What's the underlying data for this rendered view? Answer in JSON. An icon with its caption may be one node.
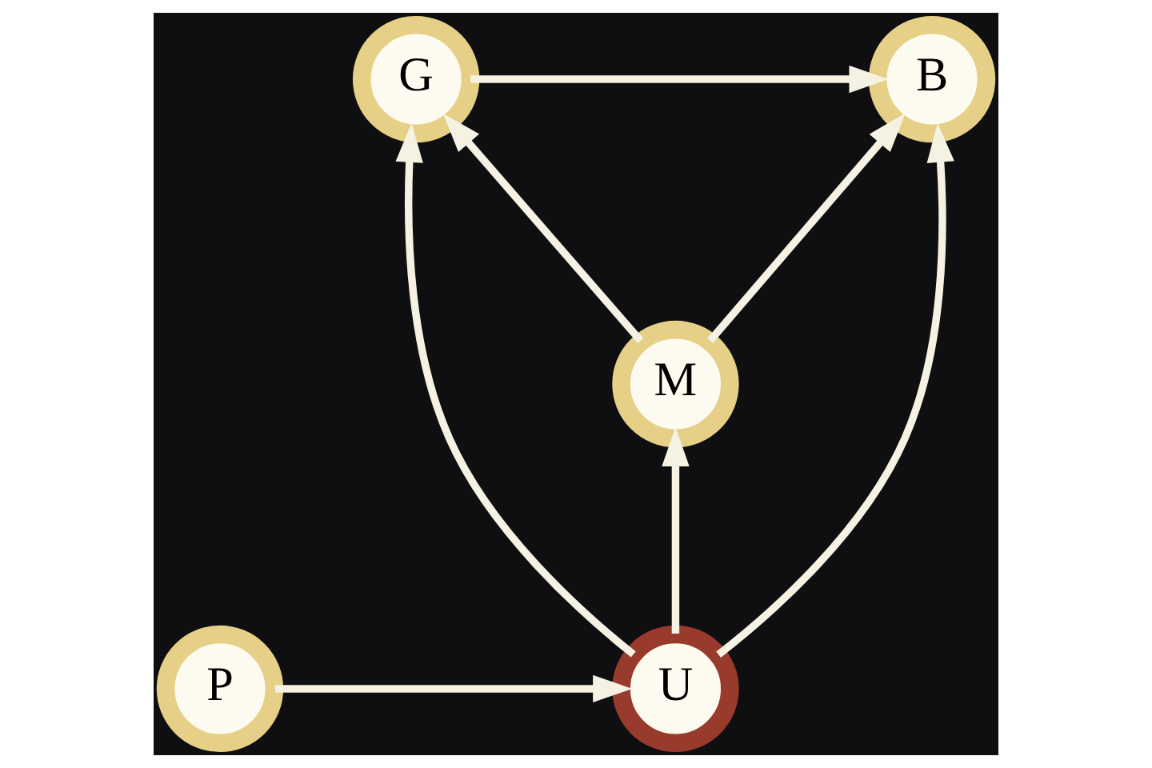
{
  "diagram": {
    "nodes": [
      {
        "text": [
          "G"
        ]
      },
      {
        "text": [
          "B"
        ]
      },
      {
        "text": [
          "M"
        ]
      },
      {
        "text": [
          "U"
        ]
      },
      {
        "text": [
          "P"
        ]
      }
    ],
    "edges": [
      {
        "from": 0,
        "to": 1,
        "arrow": "to"
      },
      {
        "from": 2,
        "to": 0,
        "arrow": "to"
      },
      {
        "from": 2,
        "to": 1,
        "arrow": "to"
      },
      {
        "from": 3,
        "to": 0,
        "arrow": "to"
      },
      {
        "from": 3,
        "to": 2,
        "arrow": "to"
      },
      {
        "from": 3,
        "to": 1,
        "arrow": "to"
      },
      {
        "from": 4,
        "to": 3,
        "arrow": "to"
      }
    ]
  }
}
